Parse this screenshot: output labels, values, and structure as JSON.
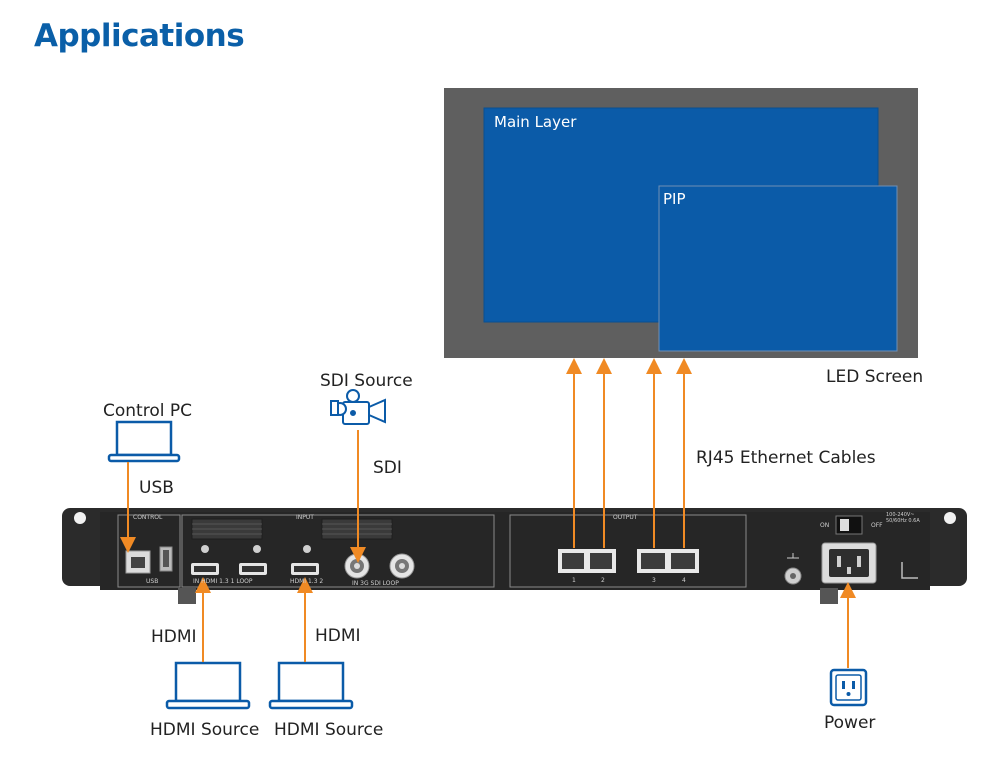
{
  "page": {
    "title": "Applications"
  },
  "screen": {
    "label": "LED Screen",
    "main_layer": "Main Layer",
    "pip": "PIP"
  },
  "connections": {
    "sdi_source": "SDI Source",
    "sdi": "SDI",
    "control_pc": "Control PC",
    "usb": "USB",
    "rj45": "RJ45 Ethernet Cables",
    "hdmi_1": "HDMI",
    "hdmi_2": "HDMI",
    "hdmi_source_1": "HDMI Source",
    "hdmi_source_2": "HDMI Source",
    "power": "Power"
  },
  "device": {
    "control": "CONTROL",
    "input": "INPUT",
    "output": "OUTPUT",
    "usb_port": "USB",
    "hdmi1": "IN HDMI 1.3 1 LOOP",
    "hdmi2": "HDMI 1.3 2",
    "sdi_port": "IN 3G SDI LOOP",
    "out_ports": [
      "1",
      "2",
      "3",
      "4"
    ],
    "on": "ON",
    "off": "OFF",
    "voltage": "100-240V~ 50/60Hz 0.6A"
  },
  "colors": {
    "accent": "#0a5fa8",
    "arrow": "#f08a24",
    "screen_frame": "#5f5f5f",
    "screen_fill": "#0b5ba8",
    "device": "#2b2b2b"
  },
  "icons": [
    "laptop-icon",
    "camera-icon",
    "power-outlet-icon"
  ]
}
